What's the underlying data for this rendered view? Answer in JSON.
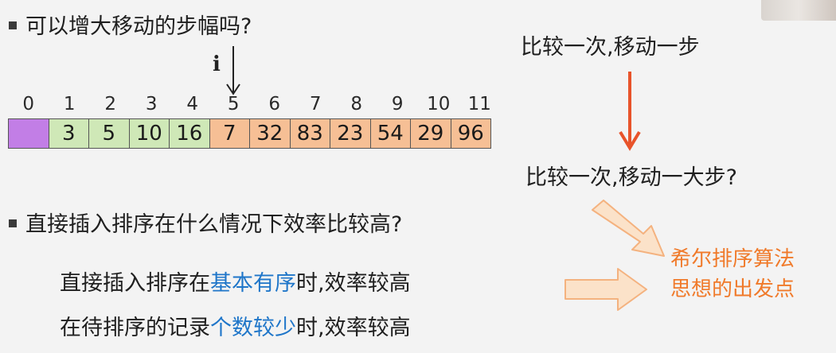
{
  "question1": "可以增大移动的步幅吗?",
  "pointer_label": "i",
  "array": {
    "indices": [
      "0",
      "1",
      "2",
      "3",
      "4",
      "5",
      "6",
      "7",
      "8",
      "9",
      "10",
      "11"
    ],
    "cells": [
      {
        "value": "",
        "color": "#c27ee6"
      },
      {
        "value": "3",
        "color": "#cfe8b7"
      },
      {
        "value": "5",
        "color": "#cfe8b7"
      },
      {
        "value": "10",
        "color": "#cfe8b7"
      },
      {
        "value": "16",
        "color": "#cfe8b7"
      },
      {
        "value": "7",
        "color": "#f6bf95"
      },
      {
        "value": "32",
        "color": "#f6bf95"
      },
      {
        "value": "83",
        "color": "#f6bf95"
      },
      {
        "value": "23",
        "color": "#f6bf95"
      },
      {
        "value": "54",
        "color": "#f6bf95"
      },
      {
        "value": "29",
        "color": "#f6bf95"
      },
      {
        "value": "96",
        "color": "#f6bf95"
      }
    ]
  },
  "right": {
    "line1": "比较一次,移动一步",
    "line2": "比较一次,移动一大步?",
    "conclusion_line1": "希尔排序算法",
    "conclusion_line2": "思想的出发点"
  },
  "question2": "直接插入排序在什么情况下效率比较高?",
  "answer1": {
    "pre": "直接插入排序在",
    "highlight": "基本有序",
    "post": "时,效率较高"
  },
  "answer2": {
    "pre": "在待排序的记录",
    "highlight": "个数较少",
    "post": "时,效率较高"
  },
  "colors": {
    "accent_blue": "#1f76c9",
    "accent_orange": "#f07a2a",
    "arrow_red": "#e8532a"
  }
}
